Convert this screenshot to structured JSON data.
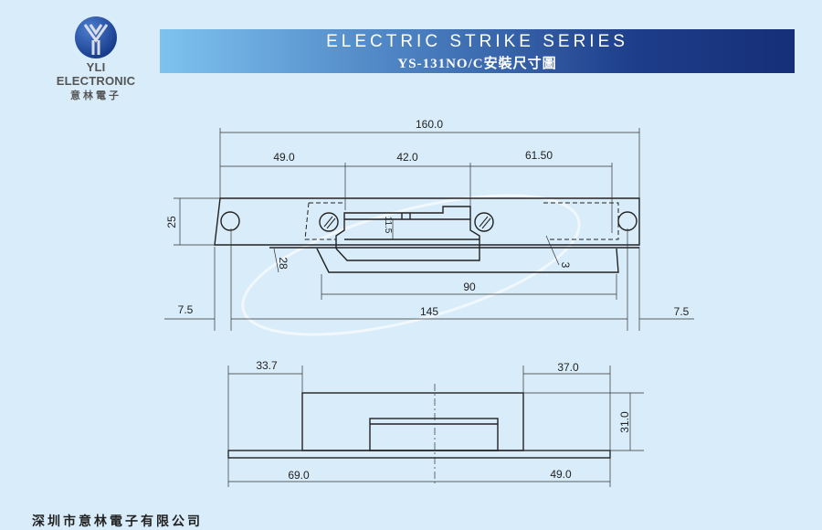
{
  "logo": {
    "brand": "YLI ELECTRONIC",
    "brand_cn": "意林電子",
    "mark": "Y"
  },
  "header": {
    "title": "ELECTRIC STRIKE SERIES",
    "subtitle": "YS-131NO/C安裝尺寸圖"
  },
  "top_view": {
    "overall_length": "160.0",
    "seg_left": "49.0",
    "seg_mid": "42.0",
    "seg_right": "61.50",
    "height": "25",
    "slot_depth": "11.5",
    "tongue_depth": "28",
    "thickness": "3",
    "tongue_length": "90",
    "hole_spacing": "145",
    "edge_left": "7.5",
    "edge_right": "7.5"
  },
  "bottom_view": {
    "left_offset": "33.7",
    "right_offset": "37.0",
    "body_height": "31.0",
    "left_half": "69.0",
    "right_half": "49.0"
  },
  "footer": {
    "text": "深圳市意林電子有限公司"
  },
  "colors": {
    "background": "#d9ecf9",
    "line": "#222222",
    "banner_dark": "#162f78"
  }
}
